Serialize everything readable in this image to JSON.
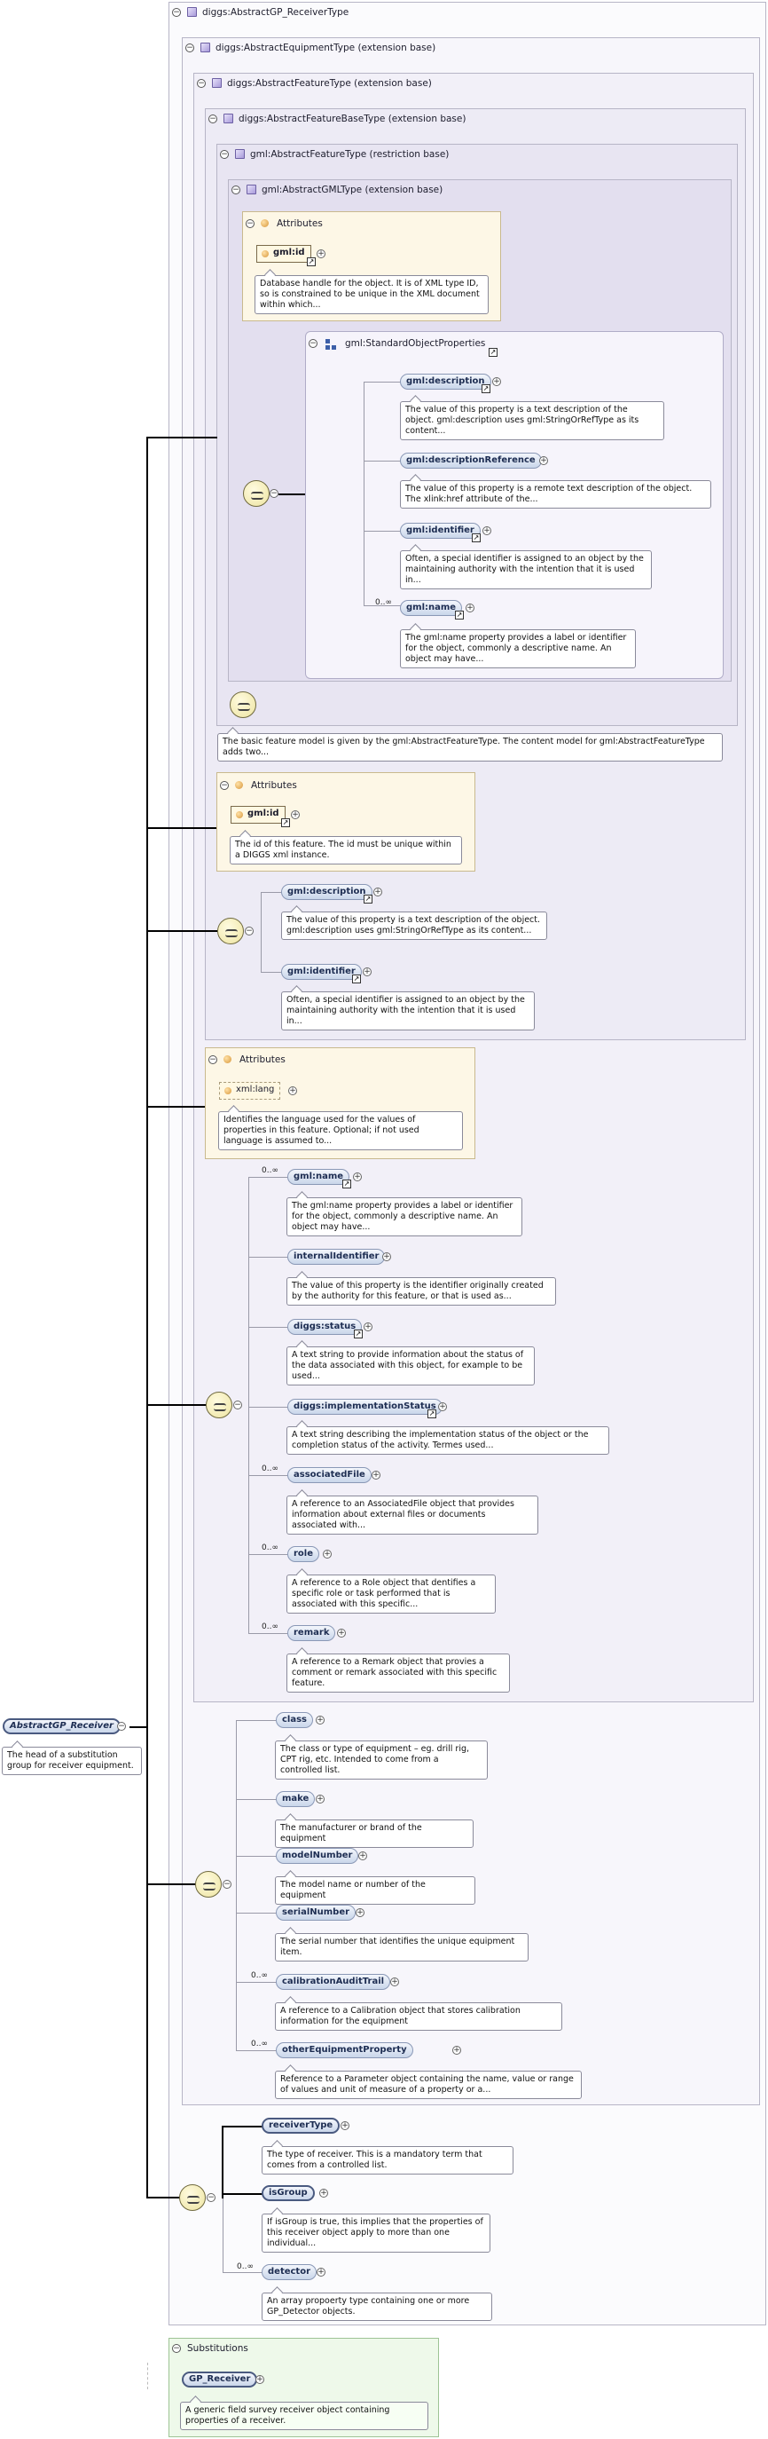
{
  "frames": {
    "root": "diggs:AbstractGP_ReceiverType",
    "equip": "diggs:AbstractEquipmentType (extension base)",
    "feature": "diggs:AbstractFeatureType (extension base)",
    "featbase": "diggs:AbstractFeatureBaseType (extension base)",
    "gmlfeat": "gml:AbstractFeatureType (restriction base)",
    "gmlgml": "gml:AbstractGMLType (extension base)",
    "stdprops": "gml:StandardObjectProperties",
    "attributes": "Attributes",
    "substitutions": "Substitutions"
  },
  "gml_type": {
    "id_attr": "gml:id",
    "id_desc": "Database handle for the object. It is of XML type ID, so is constrained to be unique in the XML document within which...",
    "std_props": [
      {
        "name": "gml:description",
        "mult": "",
        "desc": "The value of this property is a text description of the object. gml:description uses gml:StringOrRefType as its content..."
      },
      {
        "name": "gml:descriptionReference",
        "mult": "",
        "desc": "The value of this property is a remote text description of the object. The xlink:href attribute of the..."
      },
      {
        "name": "gml:identifier",
        "mult": "",
        "desc": "Often, a special identifier is assigned to an object by the maintaining authority with the intention that it is used in..."
      },
      {
        "name": "gml:name",
        "mult": "0..∞",
        "desc": "The gml:name property provides a label or identifier for the object, commonly a descriptive name. An object may have..."
      }
    ]
  },
  "gml_feature_desc": "The basic feature model is given by the gml:AbstractFeatureType. The content model for gml:AbstractFeatureType adds two...",
  "feature_base": {
    "id_attr": "gml:id",
    "id_desc": "The id of this feature. The id must be unique within a DIGGS xml instance.",
    "props": [
      {
        "name": "gml:description",
        "desc": "The value of this property is a text description of the object. gml:description uses gml:StringOrRefType as its content..."
      },
      {
        "name": "gml:identifier",
        "desc": "Often, a special identifier is assigned to an object by the maintaining authority with the intention that it is used in..."
      }
    ]
  },
  "feature": {
    "lang_attr": "xml:lang",
    "lang_desc": "Identifies the language used for the values of properties in this feature. Optional; if not used language is assumed to...",
    "props": [
      {
        "name": "gml:name",
        "mult": "0..∞",
        "desc": "The gml:name property provides a label or identifier for the object, commonly a descriptive name. An object may have..."
      },
      {
        "name": "internalIdentifier",
        "mult": "",
        "desc": "The value of this property is the identifier originally created by the authority for this feature, or that is used as..."
      },
      {
        "name": "diggs:status",
        "mult": "",
        "desc": "A text string to provide information about the status of the data associated with this object, for example to be used..."
      },
      {
        "name": "diggs:implementationStatus",
        "mult": "",
        "desc": "A text string describing the implementation status of the object or the completion status of the activity. Termes used..."
      },
      {
        "name": "associatedFile",
        "mult": "0..∞",
        "desc": "A reference to an AssociatedFile object that provides information about external files or documents associated with..."
      },
      {
        "name": "role",
        "mult": "0..∞",
        "desc": "A reference to a Role object that dentifies a specific role or task performed that is associated with this specific..."
      },
      {
        "name": "remark",
        "mult": "0..∞",
        "desc": "A reference to a Remark object that provies a comment or remark associated with this specific feature."
      }
    ]
  },
  "equipment": {
    "props": [
      {
        "name": "class",
        "mult": "",
        "desc": "The class or type of equipment – eg. drill rig, CPT rig, etc. Intended to come from a controlled list."
      },
      {
        "name": "make",
        "mult": "",
        "desc": "The manufacturer or brand of the equipment"
      },
      {
        "name": "modelNumber",
        "mult": "",
        "desc": "The model name or number of the equipment"
      },
      {
        "name": "serialNumber",
        "mult": "",
        "desc": "The serial number that identifies the unique equipment item."
      },
      {
        "name": "calibrationAuditTrail",
        "mult": "0..∞",
        "desc": "A reference to a Calibration object that stores calibration information for the equipment"
      },
      {
        "name": "otherEquipmentProperty",
        "mult": "0..∞",
        "desc": "Reference to a Parameter object containing the name, value or range of values and unit of measure of a property or a..."
      }
    ]
  },
  "receiver": {
    "props": [
      {
        "name": "receiverType",
        "mult": "",
        "desc": "The type of receiver. This is a mandatory term that comes from a controlled list."
      },
      {
        "name": "isGroup",
        "mult": "",
        "desc": "If isGroup is true, this implies that the properties of this receiver object apply to more than one individual..."
      },
      {
        "name": "detector",
        "mult": "0..∞",
        "desc": "An array propoerty type containing one or more GP_Detector objects."
      }
    ]
  },
  "root_element": {
    "name": "AbstractGP_Receiver",
    "desc": "The head of a substitution group for receiver equipment."
  },
  "substitution": {
    "name": "GP_Receiver",
    "desc": "A generic field survey receiver object containing properties of a receiver."
  }
}
